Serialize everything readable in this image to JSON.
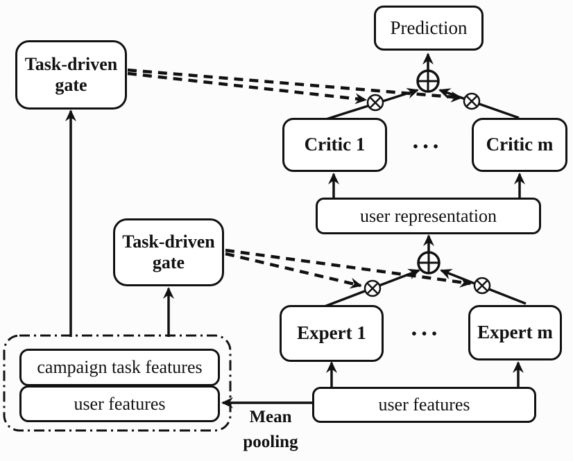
{
  "background": "#fcfcfc",
  "ink": "#111111",
  "nodes": {
    "prediction": "Prediction",
    "critic1": "Critic 1",
    "criticm": "Critic m",
    "critics_ellipsis": "• • •",
    "user_representation": "user representation",
    "expert1": "Expert 1",
    "expertm": "Expert m",
    "experts_ellipsis": "• • •",
    "gate_top": {
      "line1": "Task-driven",
      "line2": "gate"
    },
    "gate_mid": {
      "line1": "Task-driven",
      "line2": "gate"
    },
    "campaign_task_features": "campaign task features",
    "user_features_left": "user features",
    "user_features_right": "user features"
  },
  "annotations": {
    "mean_pooling": {
      "line1": "Mean",
      "line2": "pooling"
    }
  },
  "symbols": {
    "aggregate_top": "circled-plus",
    "aggregate_mid": "circled-plus",
    "gate_multiplier": "circled-times"
  }
}
